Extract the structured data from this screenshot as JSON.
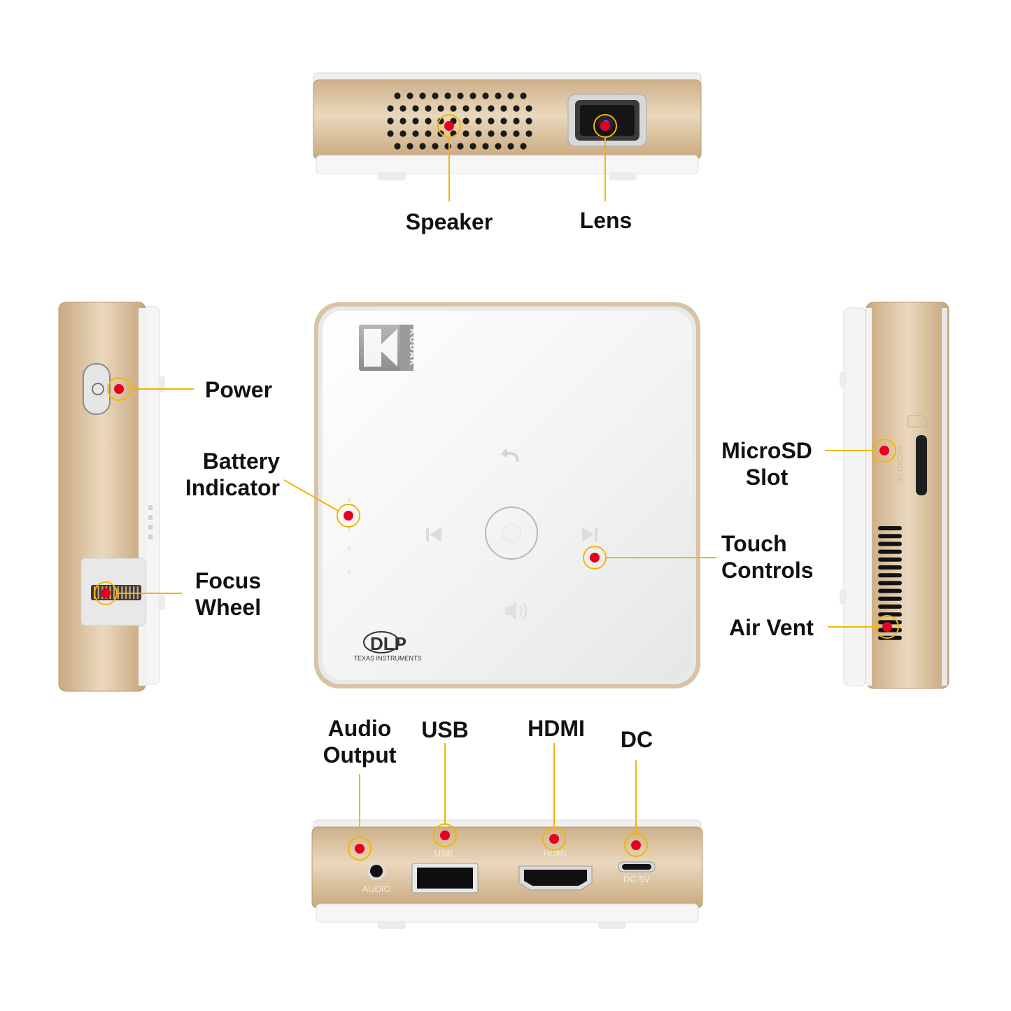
{
  "colors": {
    "gold": "#d9bf9a",
    "gold_dark": "#b99a72",
    "white_body": "#f4f4f4",
    "accent_line": "#f2b600",
    "marker": "#e6001e"
  },
  "device": {
    "brand_logo": "KODAK",
    "dlp_logo": "DLP",
    "dlp_sub": "TEXAS INSTRUMENTS",
    "port_audio": "AUDIO",
    "port_usb": "USB",
    "port_hdmi": "HDMI",
    "port_dc": "DC 5V",
    "slot_print": "MICRO SD"
  },
  "labels": {
    "speaker": "Speaker",
    "lens": "Lens",
    "power": "Power",
    "battery_1": "Battery",
    "battery_2": "Indicator",
    "focus_1": "Focus",
    "focus_2": "Wheel",
    "microsd_1": "MicroSD",
    "microsd_2": "Slot",
    "touch_1": "Touch",
    "touch_2": "Controls",
    "air_vent": "Air Vent",
    "audio_1": "Audio",
    "audio_2": "Output",
    "usb": "USB",
    "hdmi": "HDMI",
    "dc": "DC"
  },
  "icons": {
    "back": "back-arrow-icon",
    "prev": "previous-track-icon",
    "play": "play-button-icon",
    "next": "next-track-icon",
    "volume": "volume-icon",
    "power": "power-icon",
    "sd": "sd-card-icon"
  }
}
